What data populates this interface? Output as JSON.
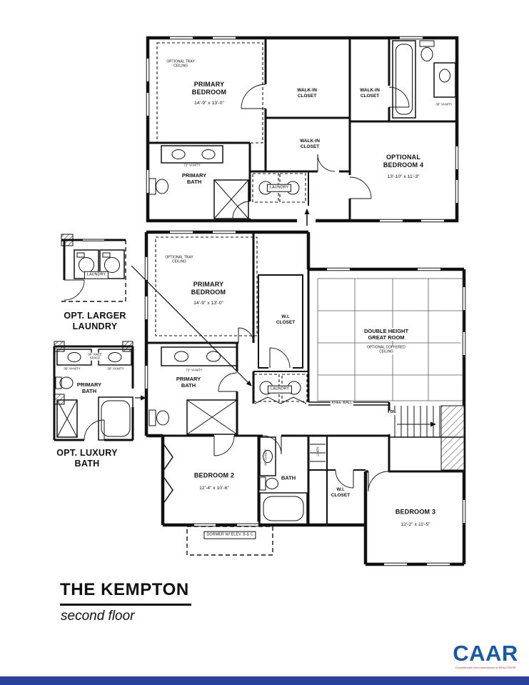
{
  "colors": {
    "wall": "#111111",
    "logo_blue": "#1659a7",
    "footer_bar_blue": "#2b3f9c",
    "hatch_gray": "#9a9a9a"
  },
  "title_block": {
    "title": "THE KEMPTON",
    "subtitle": "second floor"
  },
  "logo": {
    "text": "CAAR",
    "tagline": "Charlottesville Area Association of REALTORS®"
  },
  "upper_plan": {
    "tray_ceiling_note": "OPTIONAL TRAY\nCEILING",
    "primary_bedroom": {
      "label": "PRIMARY\nBEDROOM",
      "dims": "14'-9\" x 13'-0\""
    },
    "walk_in_closet_1": "WALK-IN\nCLOSET",
    "walk_in_closet_2": "WALK-IN\nCLOSET",
    "walk_in_closet_3": "WALK-IN\nCLOSET",
    "vanity_36": "36\" VANITY",
    "primary_bath": "PRIMARY\nBATH",
    "vanity_72": "72\" VANITY",
    "laundry": "LAUNDRY",
    "optional_bedroom_4": {
      "label": "OPTIONAL\nBEDROOM 4",
      "dims": "13'-10\" x 11'-3\""
    }
  },
  "main_plan": {
    "tray_ceiling_note": "OPTIONAL TRAY\nCEILING",
    "primary_bedroom": {
      "label": "PRIMARY\nBEDROOM",
      "dims": "14'-9\" x 13'-0\""
    },
    "wi_closet_primary": "W.I.\nCLOSET",
    "great_room": {
      "label": "DOUBLE HEIGHT\nGREAT ROOM",
      "note": "OPTIONAL COFFERED\nCEILING"
    },
    "knee_wall": "KNEE WALL",
    "vanity_72": "72\" VANITY",
    "primary_bath": "PRIMARY\nBATH",
    "laundry": "LAUNDRY",
    "stairs_dn": "DN.",
    "bedroom_2": {
      "label": "BEDROOM 2",
      "dims": "12'-4\" x 10'-6\""
    },
    "bath": "BATH",
    "vanity_60": "60\" VANITY",
    "linen": "LINEN",
    "wi_closet_bed3": "W.I.\nCLOSET",
    "bedroom_3": {
      "label": "BEDROOM 3",
      "dims": "12'-2\" x 11'-5\""
    },
    "dormer_note": "DORMER W/ ELEV. B & C"
  },
  "options": {
    "larger_laundry": {
      "room_label": "LAUNDRY",
      "caption": "OPT. LARGER\nLAUNDRY"
    },
    "luxury_bath": {
      "knee_space": "30\" KNEE\nSPACE",
      "vanity_left": "36\" VANITY",
      "vanity_right": "36\" VANITY",
      "room_label": "PRIMARY\nBATH",
      "caption": "OPT. LUXURY\nBATH"
    }
  }
}
